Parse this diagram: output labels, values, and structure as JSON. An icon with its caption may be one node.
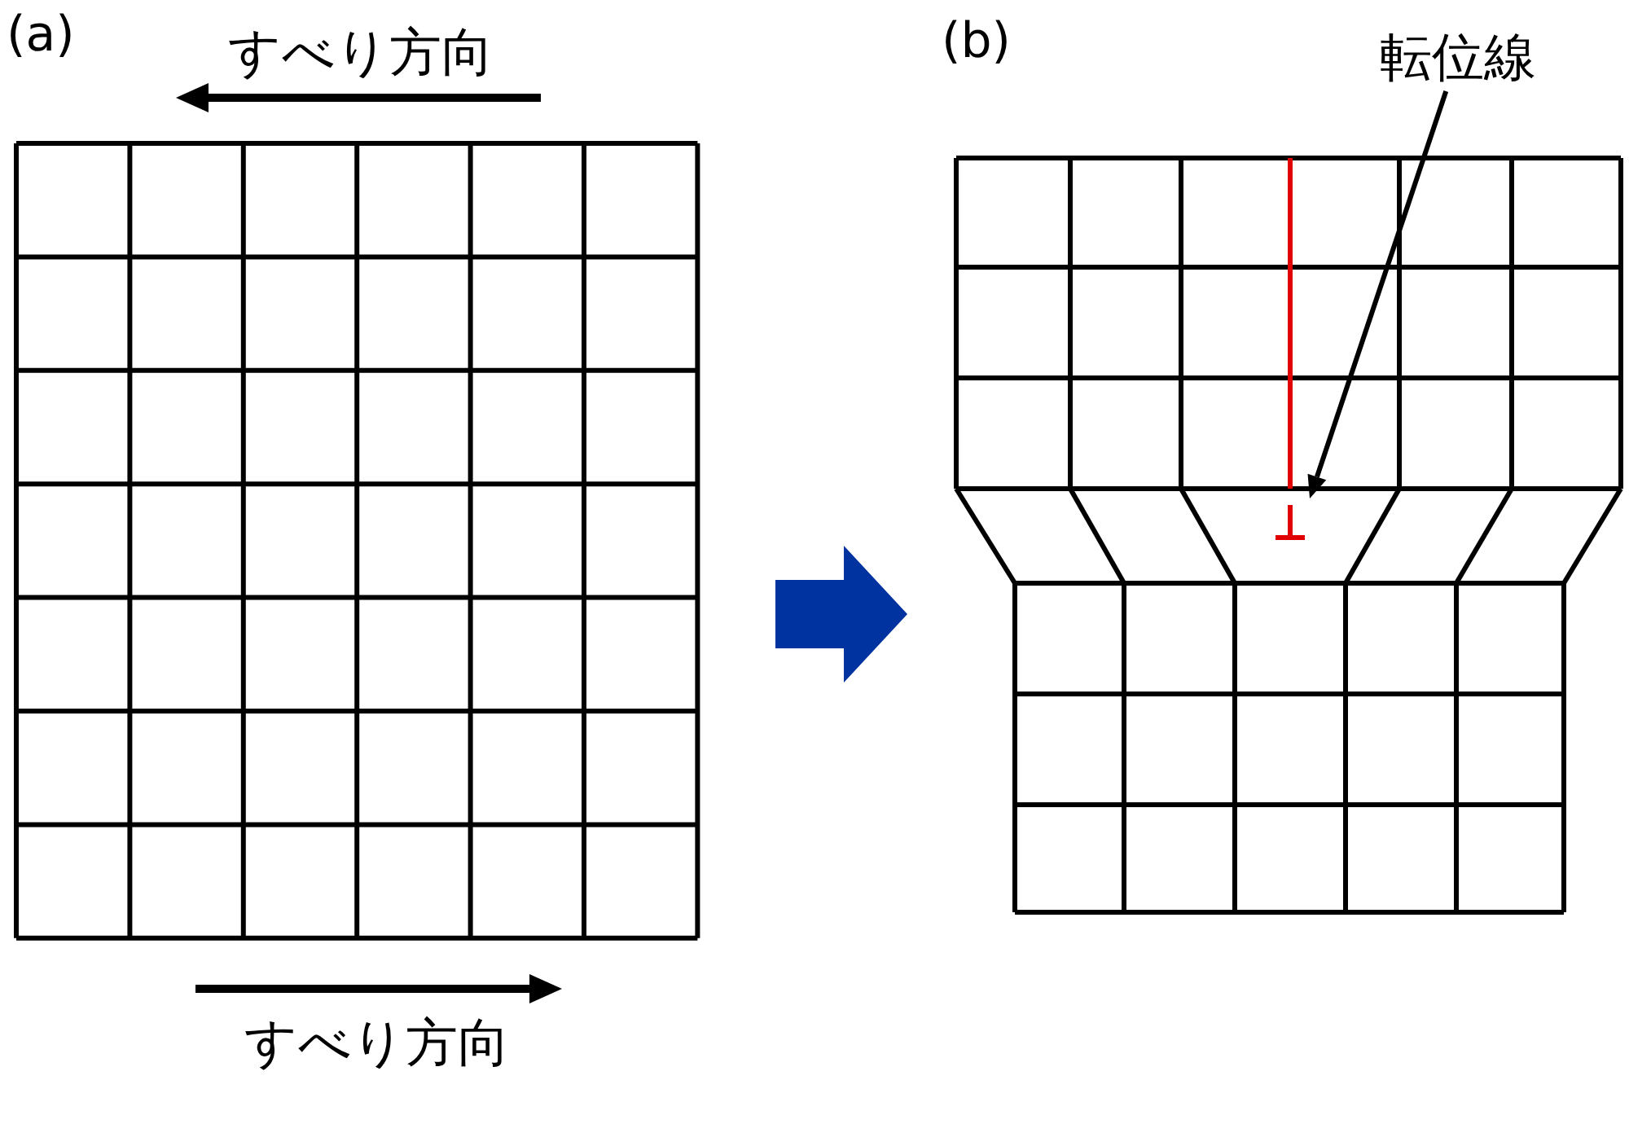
{
  "diagram": {
    "nodes": [
      {
        "text": [],
        "shape": "picture"
      },
      {
        "text": [],
        "shape": "picture"
      },
      {
        "text": [
          "転位線"
        ]
      },
      {
        "text": [],
        "shape": "picture",
        "in": 1
      }
    ],
    "edges": [
      {
        "from": 0,
        "to": 1,
        "arrow": "to",
        "style": "thick",
        "color": "#0033a0"
      },
      {
        "from": 2,
        "to": 3,
        "arrow": "to",
        "color": "#000000"
      }
    ],
    "labels": [
      "(a)",
      "すべり方向",
      "すべり方向",
      "(b)"
    ]
  }
}
